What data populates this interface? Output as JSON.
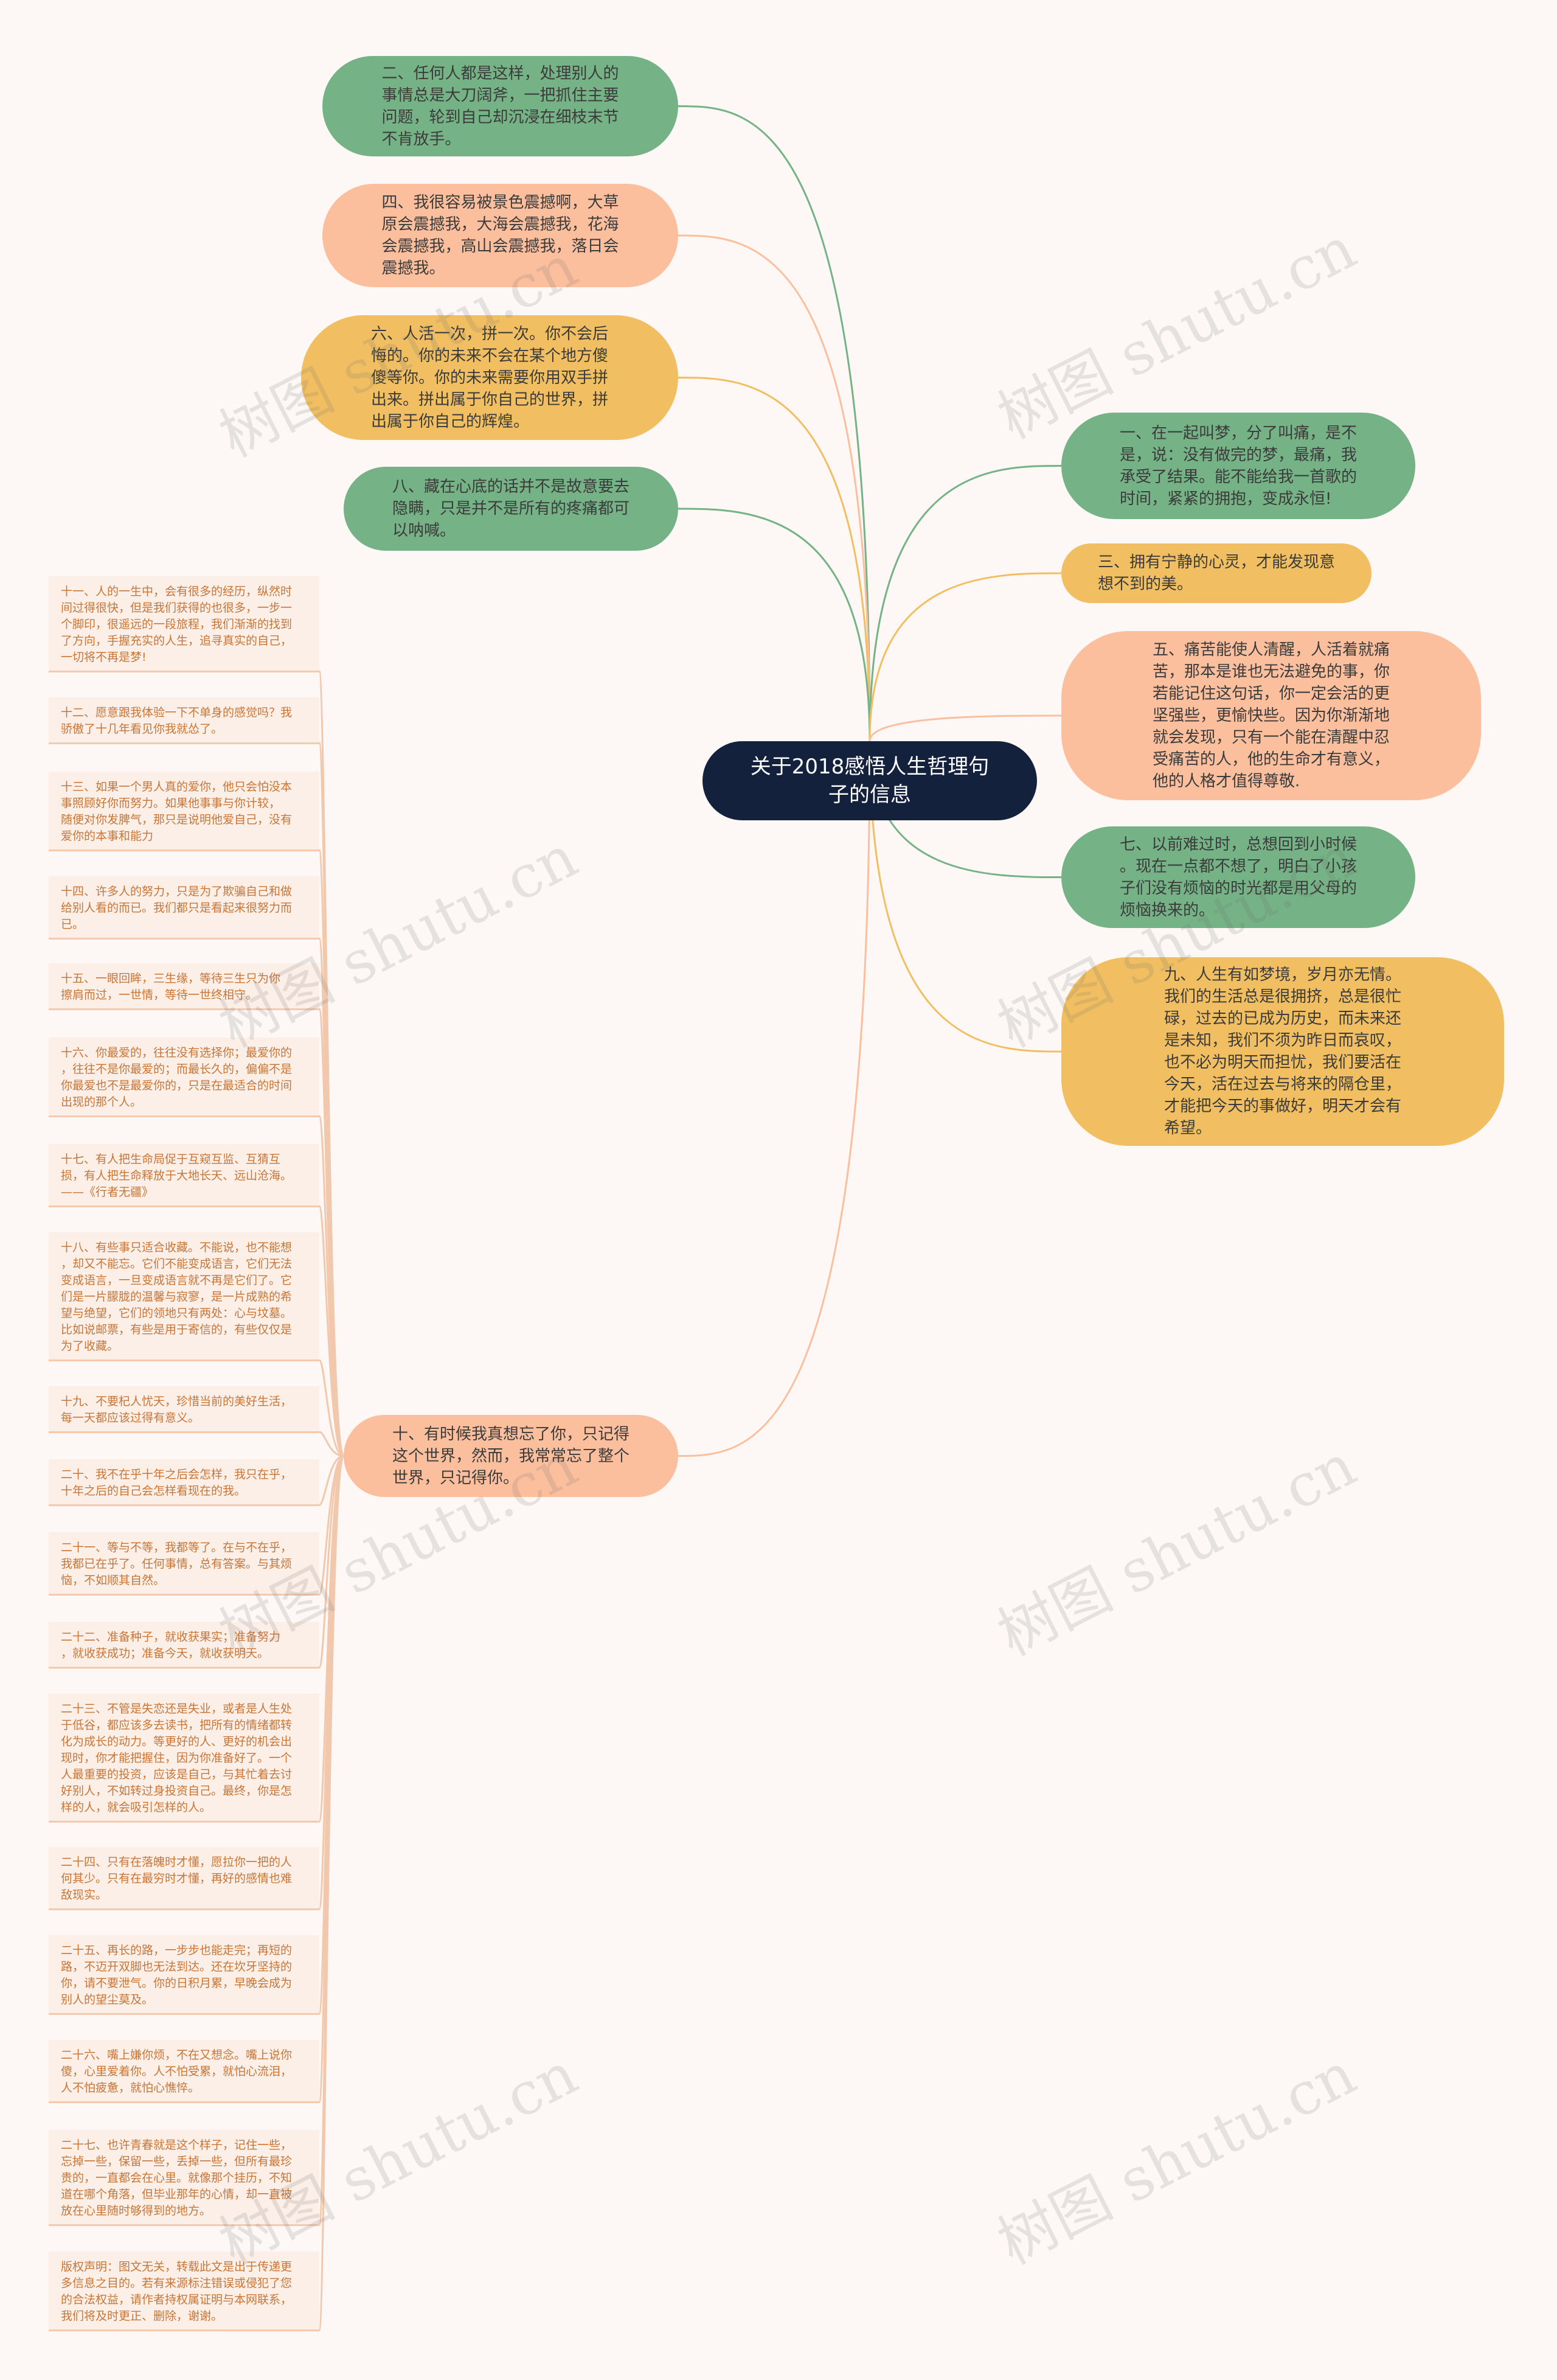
{
  "root": {
    "title": "关于2018感悟人生哲理句\n子的信息"
  },
  "left_nodes": [
    {
      "text": "二、任何人都是这样，处理别人的\n事情总是大刀阔斧，一把抓住主要\n问题，轮到自己却沉浸在细枝末节\n不肯放手。",
      "color": "#75b285"
    },
    {
      "text": "四、我很容易被景色震撼啊，大草\n原会震撼我，大海会震撼我，花海\n会震撼我，高山会震撼我，落日会\n震撼我。",
      "color": "#fbbf9d"
    },
    {
      "text": "六、人活一次，拼一次。你不会后\n悔的。你的未来不会在某个地方傻\n傻等你。你的未来需要你用双手拼\n出来。拼出属于你自己的世界，拼\n出属于你自己的辉煌。",
      "color": "#f1bf61"
    },
    {
      "text": "八、藏在心底的话并不是故意要去\n隐瞒，只是并不是所有的疼痛都可\n以呐喊。",
      "color": "#75b285"
    },
    {
      "text": "十、有时候我真想忘了你，只记得\n这个世界，然而，我常常忘了整个\n世界，只记得你。",
      "color": "#fbbf9d"
    }
  ],
  "right_nodes": [
    {
      "text": "一、在一起叫梦，分了叫痛，是不\n是，说：没有做完的梦，最痛，我\n承受了结果。能不能给我一首歌的\n时间，紧紧的拥抱，变成永恒!",
      "color": "#75b285"
    },
    {
      "text": "三、拥有宁静的心灵，才能发现意\n想不到的美。",
      "color": "#f1bf61"
    },
    {
      "text": "五、痛苦能使人清醒，人活着就痛\n苦，那本是谁也无法避免的事，你\n若能记住这句话，你一定会活的更\n坚强些，更愉快些。因为你渐渐地\n就会发现，只有一个能在清醒中忍\n受痛苦的人，他的生命才有意义，\n他的人格才值得尊敬.",
      "color": "#fbbf9d"
    },
    {
      "text": "七、以前难过时，总想回到小时候\n。现在一点都不想了，明白了小孩\n子们没有烦恼的时光都是用父母的\n烦恼换来的。",
      "color": "#75b285"
    },
    {
      "text": "九、人生有如梦境，岁月亦无情。\n我们的生活总是很拥挤，总是很忙\n碌，过去的已成为历史，而未来还\n是未知，我们不须为昨日而哀叹，\n也不必为明天而担忧，我们要活在\n今天，活在过去与将来的隔仓里，\n才能把今天的事做好，明天才会有\n希望。",
      "color": "#f1bf61"
    }
  ],
  "leaves": [
    "十一、人的一生中，会有很多的经历，纵然时\n间过得很快，但是我们获得的也很多，一步一\n个脚印，很遥远的一段旅程，我们渐渐的找到\n了方向，手握充实的人生，追寻真实的自己，\n一切将不再是梦!",
    "十二、愿意跟我体验一下不单身的感觉吗？我\n骄傲了十几年看见你我就怂了。",
    "十三、如果一个男人真的爱你，他只会怕没本\n事照顾好你而努力。如果他事事与你计较，\n随便对你发脾气，那只是说明他爱自己，没有\n爱你的本事和能力",
    "十四、许多人的努力，只是为了欺骗自己和做\n给别人看的而已。我们都只是看起来很努力而\n已。",
    "十五、一眼回眸，三生缘，等待三生只为你\n擦肩而过，一世情，等待一世终相守。",
    "十六、你最爱的，往往没有选择你；最爱你的\n，往往不是你最爱的；而最长久的，偏偏不是\n你最爱也不是最爱你的，只是在最适合的时间\n出现的那个人。",
    "十七、有人把生命局促于互窥互监、互猜互\n损，有人把生命释放于大地长天、远山沧海。\n——《行者无疆》",
    "十八、有些事只适合收藏。不能说，也不能想\n，却又不能忘。它们不能变成语言，它们无法\n变成语言，一旦变成语言就不再是它们了。它\n们是一片朦胧的温馨与寂寥，是一片成熟的希\n望与绝望，它们的领地只有两处：心与坟墓。\n比如说邮票，有些是用于寄信的，有些仅仅是\n为了收藏。",
    "十九、不要杞人忧天，珍惜当前的美好生活，\n每一天都应该过得有意义。",
    "二十、我不在乎十年之后会怎样，我只在乎，\n十年之后的自己会怎样看现在的我。",
    "二十一、等与不等，我都等了。在与不在乎，\n我都已在乎了。任何事情，总有答案。与其烦\n恼，不如顺其自然。",
    "二十二、准备种子，就收获果实；准备努力\n，就收获成功；准备今天，就收获明天。",
    "二十三、不管是失恋还是失业，或者是人生处\n于低谷，都应该多去读书，把所有的情绪都转\n化为成长的动力。等更好的人、更好的机会出\n现时，你才能把握住，因为你准备好了。一个\n人最重要的投资，应该是自己，与其忙着去讨\n好别人，不如转过身投资自己。最终，你是怎\n样的人，就会吸引怎样的人。",
    "二十四、只有在落魄时才懂，愿拉你一把的人\n何其少。只有在最穷时才懂，再好的感情也难\n敌现实。",
    "二十五、再长的路，一步步也能走完；再短的\n路，不迈开双脚也无法到达。还在坎牙坚持的\n你，请不要泄气。你的日积月累，早晚会成为\n别人的望尘莫及。",
    "二十六、嘴上嫌你烦，不在又想念。嘴上说你\n傻，心里爱着你。人不怕受累，就怕心流泪，\n人不怕疲惫，就怕心憔悴。",
    "二十七、也许青春就是这个样子，记住一些，\n忘掉一些，保留一些，丢掉一些，但所有最珍\n贵的，一直都会在心里。就像那个挂历，不知\n道在哪个角落，但毕业那年的心情，却一直被\n放在心里随时够得到的地方。",
    "版权声明：图文无关，转载此文是出于传递更\n多信息之目的。若有来源标注错误或侵犯了您\n的合法权益，请作者持权属证明与本网联系，\n我们将及时更正、删除，谢谢。"
  ],
  "watermark": "树图 shutu.cn"
}
